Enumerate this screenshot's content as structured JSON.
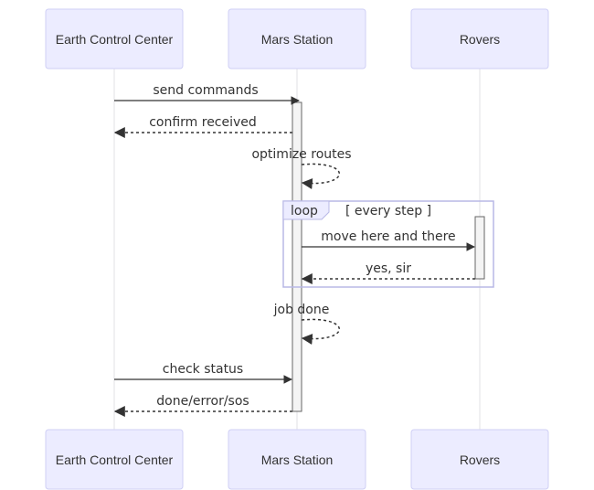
{
  "participants": {
    "earth": "Earth Control Center",
    "mars": "Mars Station",
    "rovers": "Rovers"
  },
  "messages": {
    "send_commands": "send commands",
    "confirm_received": "confirm received",
    "optimize_routes": "optimize routes",
    "move_here_and_there": "move here and there",
    "yes_sir": "yes, sir",
    "job_done": "job done",
    "check_status": "check status",
    "done_error_sos": "done/error/sos"
  },
  "loop": {
    "keyword": "loop",
    "condition": "[ every step ]"
  },
  "colors": {
    "actor_fill": "#ECECFF",
    "actor_border": "#CFCFF5",
    "line": "#333333",
    "activation_fill": "#F4F4F4"
  }
}
